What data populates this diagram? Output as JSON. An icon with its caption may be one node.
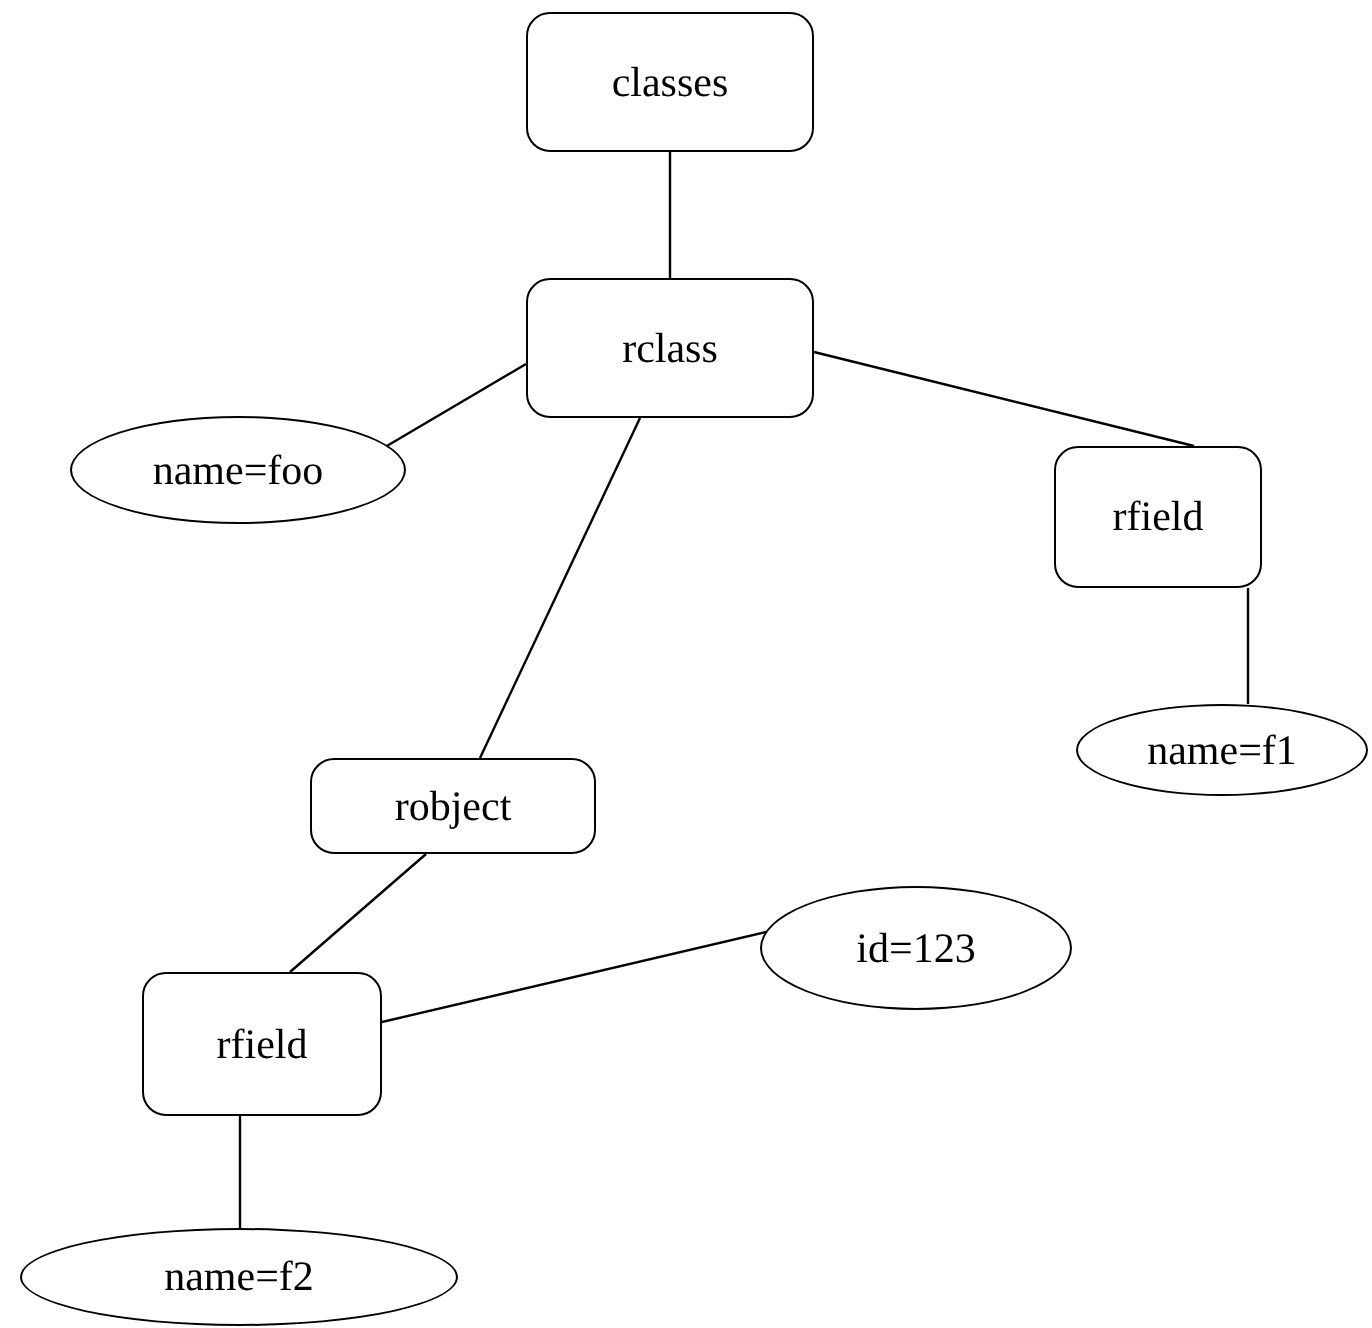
{
  "diagram": {
    "nodes": [
      {
        "text": [
          "classes"
        ]
      },
      {
        "text": [
          "rclass"
        ]
      },
      {
        "text": [
          "name=foo"
        ]
      },
      {
        "text": [
          "rfield"
        ]
      },
      {
        "text": [
          "name=f1"
        ]
      },
      {
        "text": [
          "robject"
        ]
      },
      {
        "text": [
          "rfield"
        ]
      },
      {
        "text": [
          "id=123"
        ]
      },
      {
        "text": [
          "name=f2"
        ]
      }
    ],
    "edges": [
      {
        "from": 0,
        "to": 1,
        "arrow": "none"
      },
      {
        "from": 1,
        "to": 2,
        "arrow": "none"
      },
      {
        "from": 1,
        "to": 3,
        "arrow": "none"
      },
      {
        "from": 3,
        "to": 4,
        "arrow": "none"
      },
      {
        "from": 1,
        "to": 5,
        "arrow": "none"
      },
      {
        "from": 5,
        "to": 6,
        "arrow": "none"
      },
      {
        "from": 6,
        "to": 7,
        "arrow": "none"
      },
      {
        "from": 6,
        "to": 8,
        "arrow": "none"
      }
    ]
  }
}
